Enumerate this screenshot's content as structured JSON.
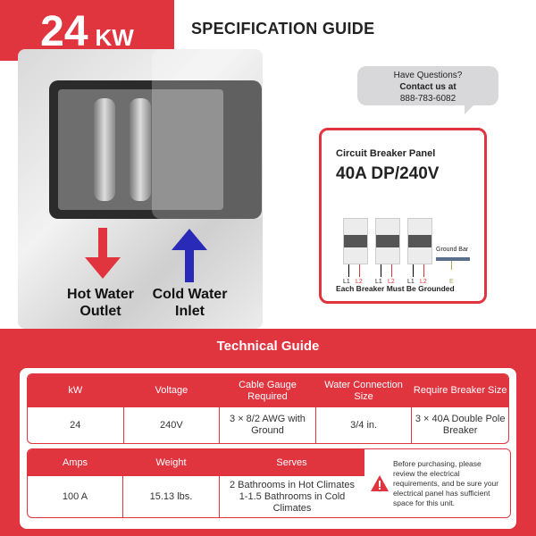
{
  "header": {
    "power_number": "24",
    "power_unit": "KW",
    "title": "SPECIFICATION GUIDE"
  },
  "product": {
    "hot_label_1": "Hot Water",
    "hot_label_2": "Outlet",
    "cold_label_1": "Cold Water",
    "cold_label_2": "Inlet",
    "hot_color": "#e0343f",
    "cold_color": "#2a2ab8"
  },
  "contact": {
    "line1": "Have Questions?",
    "line2": "Contact us at",
    "phone": "888-783-6082"
  },
  "breaker_panel": {
    "title": "Circuit Breaker Panel",
    "rating": "40A DP/240V",
    "l1": "L1",
    "l2": "L2",
    "ground_bar": "Ground Bar",
    "ground": "E",
    "footer": "Each Breaker Must Be Grounded"
  },
  "technical": {
    "title": "Technical Guide",
    "table1": {
      "headers": [
        "kW",
        "Voltage",
        "Cable Gauge Required",
        "Water Connection Size",
        "Require Breaker Size"
      ],
      "values": [
        "24",
        "240V",
        "3 × 8/2 AWG with Ground",
        "3/4 in.",
        "3 × 40A Double Pole Breaker"
      ]
    },
    "table2": {
      "headers": [
        "Amps",
        "Weight",
        "Serves"
      ],
      "values": [
        "100 A",
        "15.13 lbs.",
        "2 Bathrooms in Hot Climates 1-1.5 Bathrooms in Cold Climates"
      ]
    },
    "note": "Before purchasing, please review the electrical requirements, and be sure your electrical panel has sufficient space for this unit.",
    "accent": "#e0343f"
  }
}
